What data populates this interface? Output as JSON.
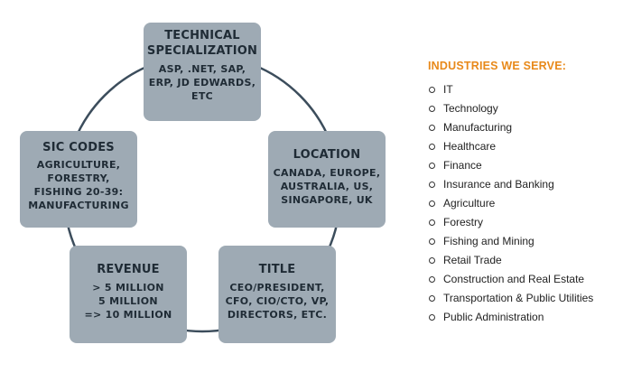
{
  "diagram": {
    "boxes": [
      {
        "title": "TECHNICAL\nSPECIALIZATION",
        "body": "ASP, .NET, SAP,\nERP, JD EDWARDS,\nETC"
      },
      {
        "title": "LOCATION",
        "body": "CANADA, EUROPE,\nAUSTRALIA, US,\nSINGAPORE,  UK"
      },
      {
        "title": "TITLE",
        "body": "CEO/PRESIDENT,\nCFO, CIO/CTO, VP,\nDIRECTORS, ETC."
      },
      {
        "title": "REVENUE",
        "body": "> 5 MILLION\n5 MILLION\n=> 10 MILLION"
      },
      {
        "title": "SIC CODES",
        "body": "AGRICULTURE,\nFORESTRY,\nFISHING 20-39:\nMANUFACTURING"
      }
    ]
  },
  "industries": {
    "heading": "INDUSTRIES WE SERVE:",
    "items": [
      "IT",
      "Technology",
      "Manufacturing",
      "Healthcare",
      "Finance",
      "Insurance and Banking",
      "Agriculture",
      "Forestry",
      "Fishing and Mining",
      "Retail Trade",
      "Construction and Real Estate",
      "Transportation & Public Utilities",
      "Public Administration"
    ]
  }
}
